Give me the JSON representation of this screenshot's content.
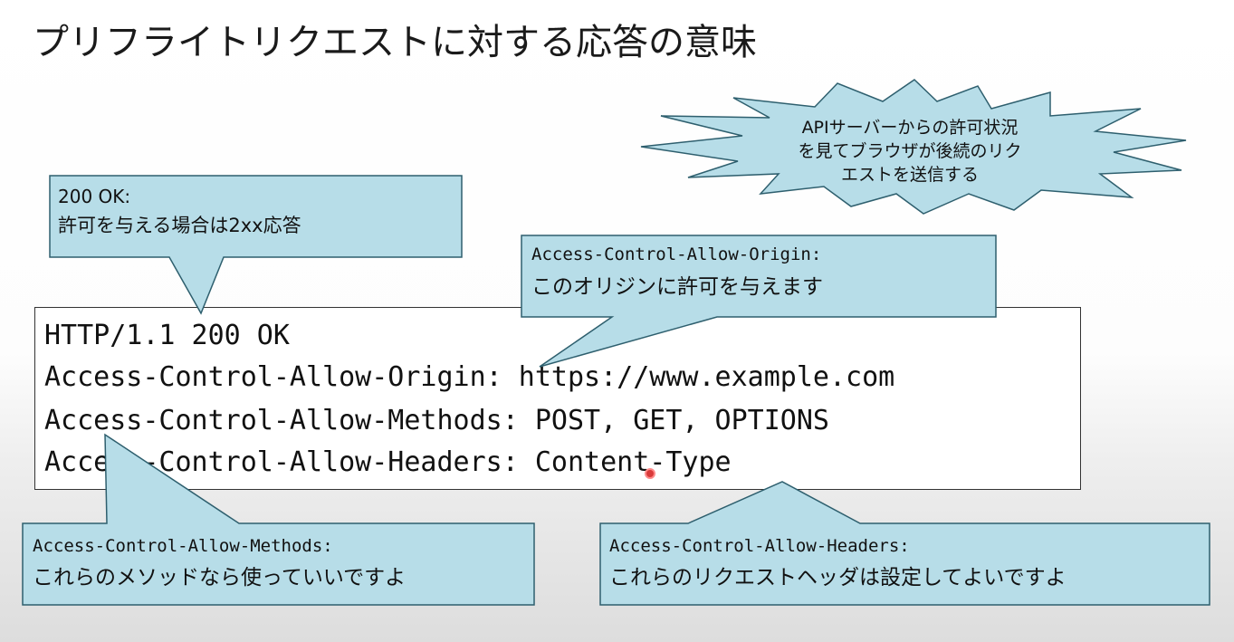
{
  "title": "プリフライトリクエストに対する応答の意味",
  "code": {
    "lines": [
      "HTTP/1.1 200 OK",
      "Access-Control-Allow-Origin: https://www.example.com",
      "Access-Control-Allow-Methods: POST, GET, OPTIONS",
      "Access-Control-Allow-Headers: Content-Type"
    ]
  },
  "callouts": {
    "status": {
      "heading": "200 OK:",
      "text": "許可を与える場合は2xx応答"
    },
    "origin": {
      "heading": "Access-Control-Allow-Origin:",
      "text": "このオリジンに許可を与えます"
    },
    "methods": {
      "heading": "Access-Control-Allow-Methods:",
      "text": "これらのメソッドなら使っていいですよ"
    },
    "headers": {
      "heading": "Access-Control-Allow-Headers:",
      "text": "これらのリクエストヘッダは設定してよいですよ"
    }
  },
  "burst": {
    "lines": [
      "APIサーバーからの許可状況",
      "を見てブラウザが後続のリク",
      "エストを送信する"
    ]
  },
  "colors": {
    "callout_fill": "#b7dde8",
    "callout_stroke": "#2e5f6e",
    "background": "#ffffff",
    "cursor": "#d93a3a"
  }
}
